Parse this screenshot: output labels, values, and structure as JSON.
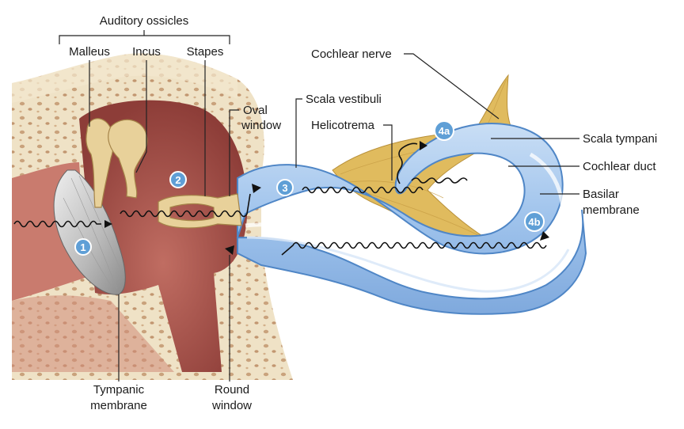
{
  "labels": {
    "auditory_ossicles": "Auditory ossicles",
    "malleus": "Malleus",
    "incus": "Incus",
    "stapes": "Stapes",
    "oval_window_1": "Oval",
    "oval_window_2": "window",
    "cochlear_nerve": "Cochlear nerve",
    "scala_vestibuli": "Scala vestibuli",
    "helicotrema": "Helicotrema",
    "scala_tympani": "Scala tympani",
    "cochlear_duct": "Cochlear duct",
    "basilar_membrane_1": "Basilar",
    "basilar_membrane_2": "membrane",
    "tympanic_membrane_1": "Tympanic",
    "tympanic_membrane_2": "membrane",
    "round_window_1": "Round",
    "round_window_2": "window"
  },
  "steps": [
    "1",
    "2",
    "3",
    "4a",
    "4b"
  ],
  "colors": {
    "bone": "#efe2c6",
    "bone_pore": "#c9a27c",
    "canal": "#c97b6e",
    "middle_ear": "#a8504a",
    "cochlea_fill": "#a9c9ee",
    "cochlea_edge": "#4f86c6",
    "nerve": "#e0bb5e",
    "ossicle": "#e8d19a",
    "step_circle": "#5f9fd6"
  }
}
